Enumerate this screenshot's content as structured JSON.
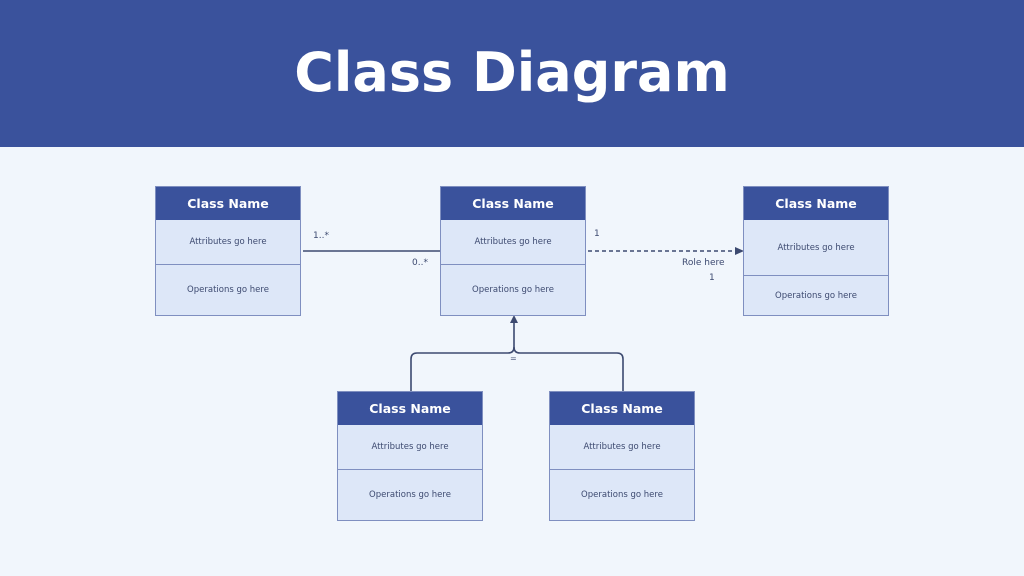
{
  "title": "Class Diagram",
  "colors": {
    "header_bg": "#3a529c",
    "page_bg": "#f1f6fc",
    "class_body": "#dde7f8",
    "connector": "#3d4a70"
  },
  "classes": [
    {
      "name": "Class Name",
      "attributes": "Attributes go here",
      "operations": "Operations go here"
    },
    {
      "name": "Class Name",
      "attributes": "Attributes go here",
      "operations": "Operations go here"
    },
    {
      "name": "Class Name",
      "attributes": "Attributes go here",
      "operations": "Operations go here"
    },
    {
      "name": "Class Name",
      "attributes": "Attributes go here",
      "operations": "Operations go here"
    },
    {
      "name": "Class Name",
      "attributes": "Attributes go here",
      "operations": "Operations go here"
    }
  ],
  "association": {
    "left_multiplicity": "1..*",
    "right_multiplicity": "0..*"
  },
  "dependency": {
    "source_multiplicity": "1",
    "role": "Role here",
    "target_multiplicity": "1"
  },
  "inheritance": {
    "marker": "="
  }
}
